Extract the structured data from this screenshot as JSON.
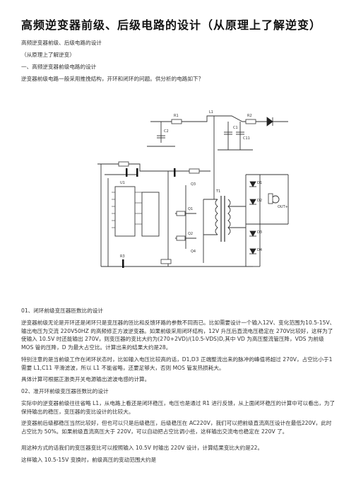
{
  "title": "高频逆变器前级、后级电路的设计（从原理上了解逆变）",
  "subtitle": "高频逆变器前级、后级电路的设计",
  "subtitle_paren": "（从原理上了解逆变）",
  "section1_heading": "一、高频逆变器前级电路的设计",
  "section1_intro": "逆变器前级电路一般采用推挽结构，开环和闭环的问题。供分析的电路如下？",
  "schematic_labels": {
    "r1": "R1",
    "r2": "R2",
    "r3": "R3",
    "c1": "C1",
    "c2": "C2",
    "c11": "C11",
    "l1": "L1",
    "u1": "U1",
    "t1": "T1",
    "d1": "D1",
    "d2": "D2",
    "d3": "D3",
    "d4": "D4",
    "q1": "Q1",
    "q2": "Q2",
    "q3": "Q3",
    "q4": "Q4",
    "out": "OUT+"
  },
  "sub01_heading": "01、闭环前级变压器匝数比的设计",
  "p1": "逆变器前级无论是开环还是闭环只是变压器的匝比和反馈环路的参数不同而已。比如需要设计一个输入12V、变化范围为10.5-15V、输出电压为交流 220V50HZ 的高频修正方波逆变器。如果前级采用闭环结构，12V 升压后直流电压稳定在 270V比较好，这样为了使输入 10.5V 时还能输出 270V，则变压器的变比大约为(270+2VD)/(10.5-VDS)D,其中 VD 为高压整流管压降，VDS 为前级 MOS 管的压降，D 为最大占空比。计算出来的结果大约是28。",
  "p2": "特别注意的是当前级工作在闭环状态时，比如输入电压比较高的话，D1,D3 正端整流出来的脉冲的峰值将超过 270V，占空比小于1需要 L1,C11 平滑滤波，所以 L1 不能省略，还要足够大，否则 MOS 管发热损耗大。",
  "p3": "具体计算可根据正激类开关电源输出滤波电感的计算。",
  "sub02_heading": "02、准开环前级变压器匝数比的设计",
  "p4": "实际中的逆变器前级往往省略 L1，从电路上看还是闭环稳压，电压也是通过 R1 进行反馈，从上面闭环稳压的计算中可以看出，为了保持输出的稳压，变压器的变比设计的比较大。",
  "p5": "逆变器前后级都稳压当然比较好，但也可以只是后级稳压，后级稳压在 AC220V，我们可以把前级直流高压设计在最低220V，此时占空比为 50%。如果前级直流高压大于 220V，可以自动把占空比调小些，这样输出交流电也稳定在 220V 了。",
  "p6": "用这种方式的话我们的变压器变比可以按照输入 10.5V 时输出 220V 设计，计算结果变比大约是22。",
  "p7": "这样输入 10.5-15V 变换时，前级高压的变动范围大约是"
}
